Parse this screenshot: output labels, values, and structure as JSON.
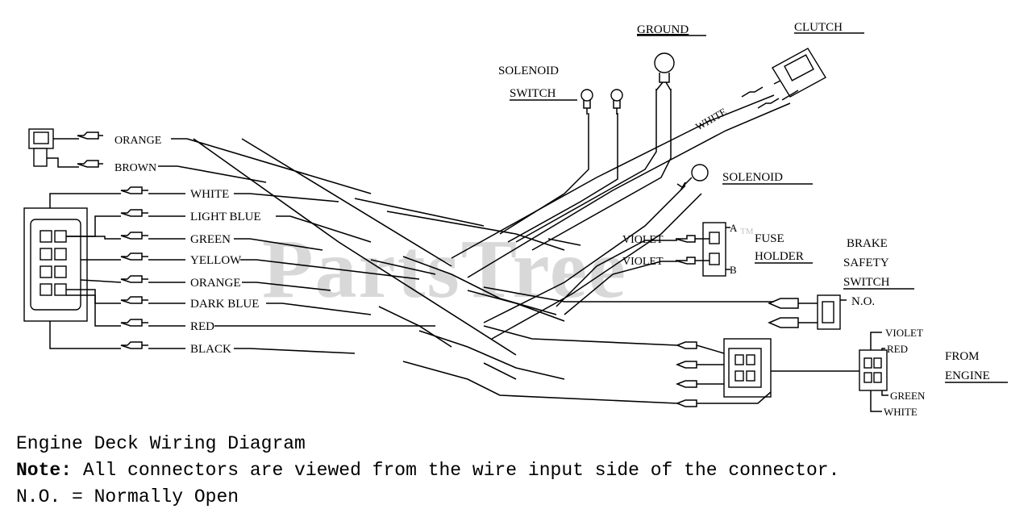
{
  "diagram": {
    "watermark": "PartsTree",
    "watermark_tm": "TM",
    "labels": {
      "ground": "GROUND",
      "clutch": "CLUTCH",
      "solenoid_switch_1": "SOLENOID",
      "solenoid_switch_2": "SWITCH",
      "solenoid": "SOLENOID",
      "white_clutch": "WHITE",
      "fuse_1": "FUSE",
      "fuse_2": "HOLDER",
      "fuse_a": "A",
      "fuse_b": "B",
      "violet_1": "VIOLET",
      "violet_2": "VIOLET",
      "brake_1": "BRAKE",
      "brake_2": "SAFETY",
      "brake_3": "SWITCH",
      "brake_4": "N.O.",
      "from_engine_1": "FROM",
      "from_engine_2": "ENGINE",
      "engine_violet": "VIOLET",
      "engine_red": "RED",
      "engine_green": "GREEN",
      "engine_white": "WHITE"
    },
    "top_wires": [
      "ORANGE",
      "BROWN"
    ],
    "main_wires": [
      "WHITE",
      "LIGHT BLUE",
      "GREEN",
      "YELLOW",
      "ORANGE",
      "DARK BLUE",
      "RED",
      "BLACK"
    ]
  },
  "caption": {
    "title": "Engine Deck Wiring Diagram",
    "note_label": "Note:",
    "note_text": " All connectors are viewed from the wire input side of the connector.",
    "abbrev": "N.O. = Normally Open"
  }
}
